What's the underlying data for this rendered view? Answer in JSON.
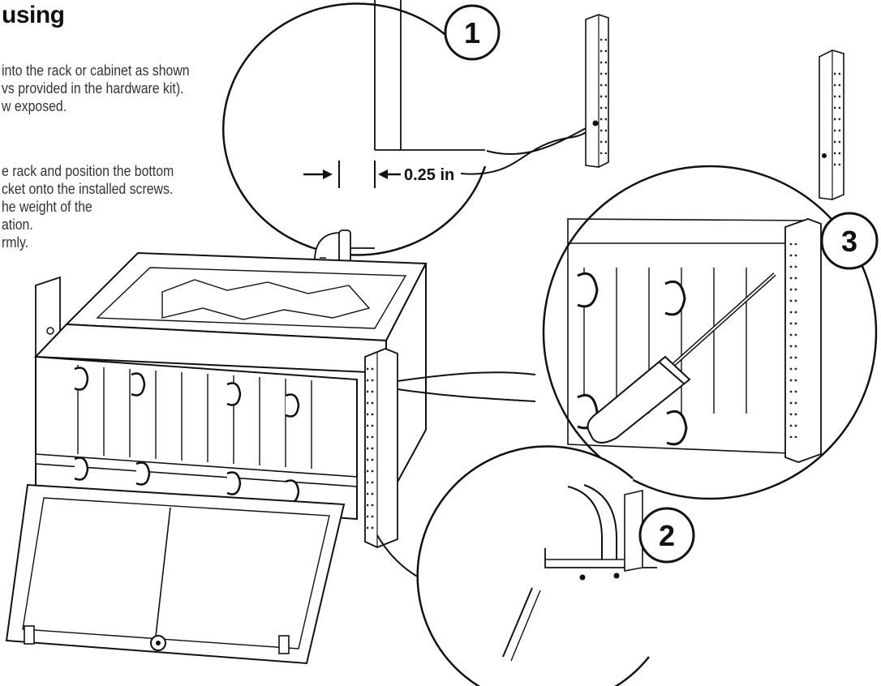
{
  "document": {
    "title": "using",
    "instructions_group_1": [
      "into the rack or cabinet as shown",
      "vs provided in the hardware kit).",
      "w exposed."
    ],
    "instructions_group_2": [
      "e rack and position the bottom",
      "cket onto the installed screws.",
      "he weight of the",
      "ation.",
      "rmly."
    ]
  },
  "callouts": {
    "step_1": "1",
    "step_2": "2",
    "step_3": "3"
  },
  "dimension": {
    "label": "0.25 in"
  }
}
